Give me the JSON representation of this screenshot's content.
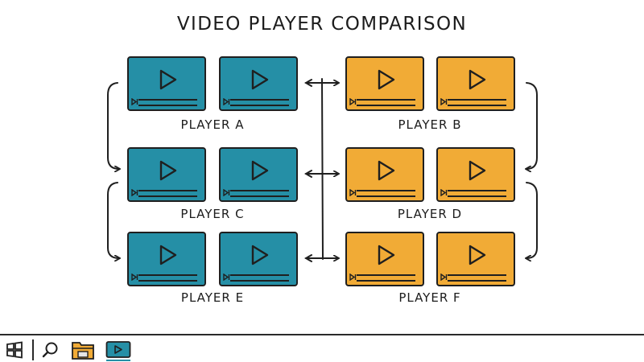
{
  "title": "VIDEO PLAYER COMPARISON",
  "players": [
    {
      "label": "PLAYER A",
      "color": "#258fa6"
    },
    {
      "label": "PLAYER B",
      "color": "#f1ab36"
    },
    {
      "label": "PLAYER C",
      "color": "#258fa6"
    },
    {
      "label": "PLAYER D",
      "color": "#f1ab36"
    },
    {
      "label": "PLAYER E",
      "color": "#258fa6"
    },
    {
      "label": "PLAYER F",
      "color": "#f1ab36"
    }
  ],
  "colors": {
    "teal": "#258fa6",
    "orange": "#f1ab36",
    "outline": "#1f1f1f"
  },
  "taskbar": {
    "icons": [
      "windows-start-icon",
      "search-icon",
      "file-explorer-icon",
      "video-player-app-icon"
    ]
  }
}
